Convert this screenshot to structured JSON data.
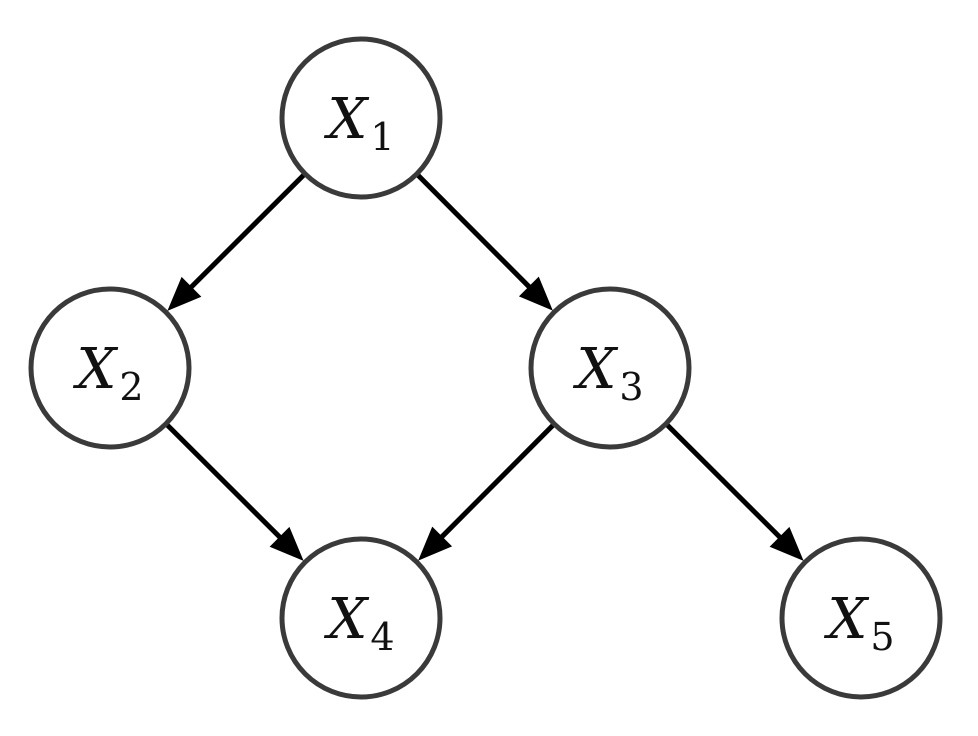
{
  "diagram": {
    "nodes": [
      {
        "id": "x1",
        "symbol": "X",
        "subscript": "1"
      },
      {
        "id": "x2",
        "symbol": "X",
        "subscript": "2"
      },
      {
        "id": "x3",
        "symbol": "X",
        "subscript": "3"
      },
      {
        "id": "x4",
        "symbol": "X",
        "subscript": "4"
      },
      {
        "id": "x5",
        "symbol": "X",
        "subscript": "5"
      }
    ],
    "edges": [
      {
        "from": "x1",
        "to": "x2"
      },
      {
        "from": "x1",
        "to": "x3"
      },
      {
        "from": "x2",
        "to": "x4"
      },
      {
        "from": "x3",
        "to": "x4"
      },
      {
        "from": "x3",
        "to": "x5"
      }
    ]
  },
  "colors": {
    "node_stroke": "#3a3a3a",
    "edge": "#000000",
    "text": "#111111",
    "background": "#ffffff"
  }
}
